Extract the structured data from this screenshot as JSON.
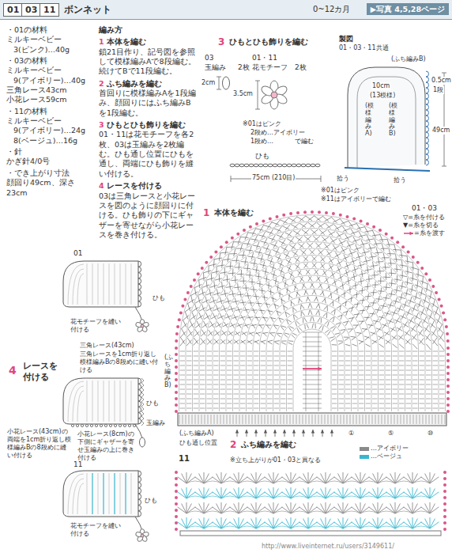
{
  "diagram": {
    "title": "ボンネット",
    "nodes": [
      {
        "text": [
          "01"
        ]
      },
      {
        "text": [
          "03"
        ]
      },
      {
        "text": [
          "11"
        ]
      },
      {
        "text": [
          "▶写真 4,5,28ページ"
        ]
      }
    ],
    "labels": [
      "・01の材料",
      "ミルキーベビー",
      "3(ピンク)…40g",
      "・03の材料",
      "ミルキーベビー",
      "9(アイボリー)…40g",
      "三角レース43cm",
      "小花レース59cm",
      "・11の材料",
      "ミルキーベビー",
      "9(アイボリー)…24g",
      "8(ベージュ)…16g",
      "・針",
      "かぎ針4/0号",
      "・でき上がり寸法",
      "顔回り49cm、深さ23cm",
      "編み方",
      "1",
      "本体を編む",
      "鎖21目作り、記号図を参照して模様編みAで8段編む。続けてBで11段編む。",
      "2",
      "ふち編みを編む",
      "首回りに模様編みAを1段編み、顔回りにはふち編みBを1段編む。",
      "3",
      "ひもとひも飾りを編む",
      "01・11は花モチーフを各2枚、03は玉編みを2枚編む。ひも通し位置にひもを通し、両端にひも飾りを縫い付ける。",
      "4",
      "レースを付ける",
      "03は三角レースと小花レースを図のように顔回りに付ける。ひも飾りの下にギャザーを寄せながら小花レースを巻き付ける。",
      "3",
      "ひもとひも飾りを編む",
      "03",
      "玉編み",
      "2枚",
      "2cm",
      "01・11",
      "花モチーフ",
      "2枚",
      "3.5cm",
      "※01はピンク",
      "2段め…アイボリー",
      "1段め…",
      "で編む",
      "ひも",
      "75cm (210目)",
      "※01はピンク",
      "※11はアイボリーで編む",
      "製図",
      "01・03・11共通",
      "(ふち編みB)",
      "10cm",
      "(13模様)",
      "(模様編みB)",
      "(模様編みA)",
      "0.5cm",
      "1段",
      "49cm",
      "拾う",
      "拾う",
      "1",
      "本体を編む",
      "01・03",
      "(ふち編みB)",
      "(ふち編みA)",
      "ひも通し位置",
      "2",
      "ふち編みを編む",
      "①",
      "⑤",
      "⑩",
      "11",
      "※立ち上がりが01・03と異なる",
      "4",
      "レースを",
      "付ける",
      "01",
      "ひも",
      "花モチーフを縫い付ける",
      "三角レース(43cm)",
      "三角レースを1cm折り返し模様編みBの8段めに縫い付ける",
      "ひも",
      "玉編み",
      "小花レース(43cm)の両端を1cm折り返し模様編みBの8段めに縫い付ける",
      "小花レース(8cm)の下側にギャザーを寄せ玉編みの上に巻き付ける",
      "11",
      "ひも",
      "花モチーフを縫い付ける",
      "0~12カ月",
      "http://www.liveinternet.ru/users/3149611/"
    ],
    "legend": [
      {
        "text": "▽=糸を付ける"
      },
      {
        "text": "▼=糸を切る"
      },
      {
        "text": "=糸を渡す"
      },
      {
        "text": "…アイボリー",
        "color": "#8a8a8a"
      },
      {
        "text": "…ベージュ",
        "color": "#39b6cf"
      }
    ]
  }
}
